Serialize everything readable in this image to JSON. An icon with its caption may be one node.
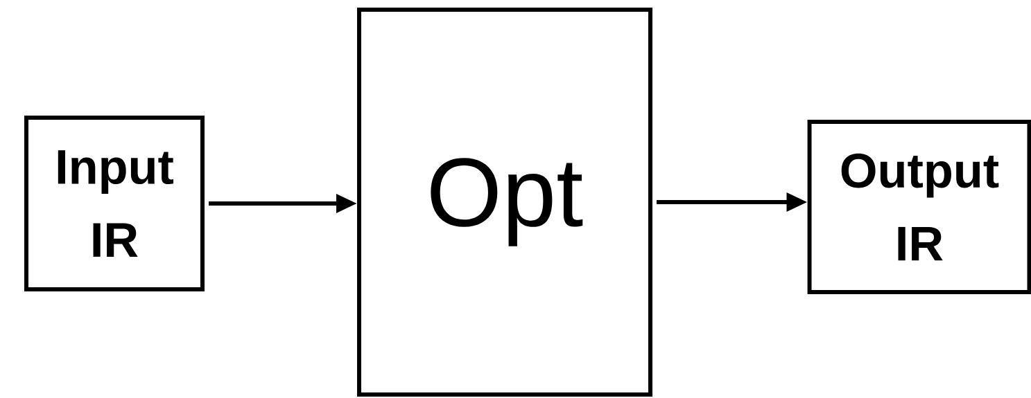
{
  "diagram": {
    "nodes": [
      {
        "text": [
          "Input IR"
        ]
      },
      {
        "text": [
          "Opt"
        ]
      },
      {
        "text": [
          "Output IR"
        ]
      }
    ],
    "edges": [
      {
        "from": 0,
        "to": 1,
        "arrow": "to"
      },
      {
        "from": 1,
        "to": 2,
        "arrow": "to"
      }
    ]
  }
}
